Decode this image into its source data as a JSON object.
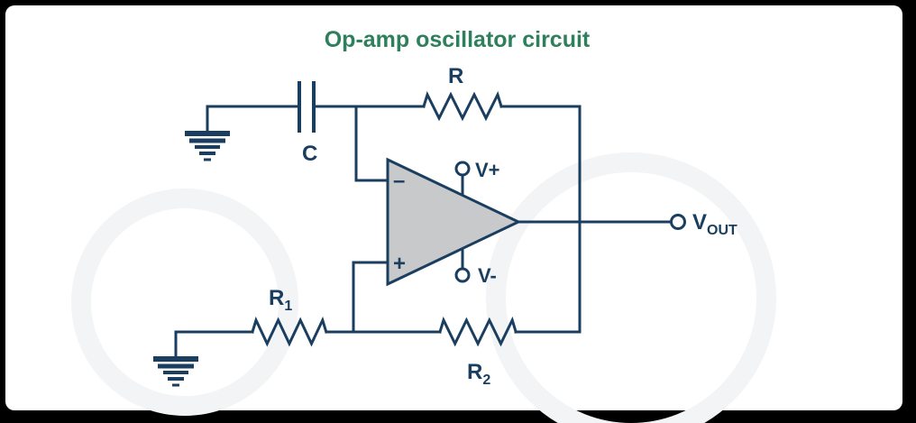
{
  "title": "Op-amp oscillator circuit",
  "labels": {
    "capacitor": "C",
    "resistor_feedback": "R",
    "r1_base": "R",
    "r1_sub": "1",
    "r2_base": "R",
    "r2_sub": "2",
    "vplus": "V+",
    "vminus": "V-",
    "vout_base": "V",
    "vout_sub": "OUT",
    "opamp_minus": "–",
    "opamp_plus": "+"
  },
  "colors": {
    "title_green": "#2e7f5c",
    "wire_navy": "#1a3e5f",
    "opamp_fill": "#c8c9ca",
    "frame": "#000000",
    "background": "#ffffff"
  }
}
